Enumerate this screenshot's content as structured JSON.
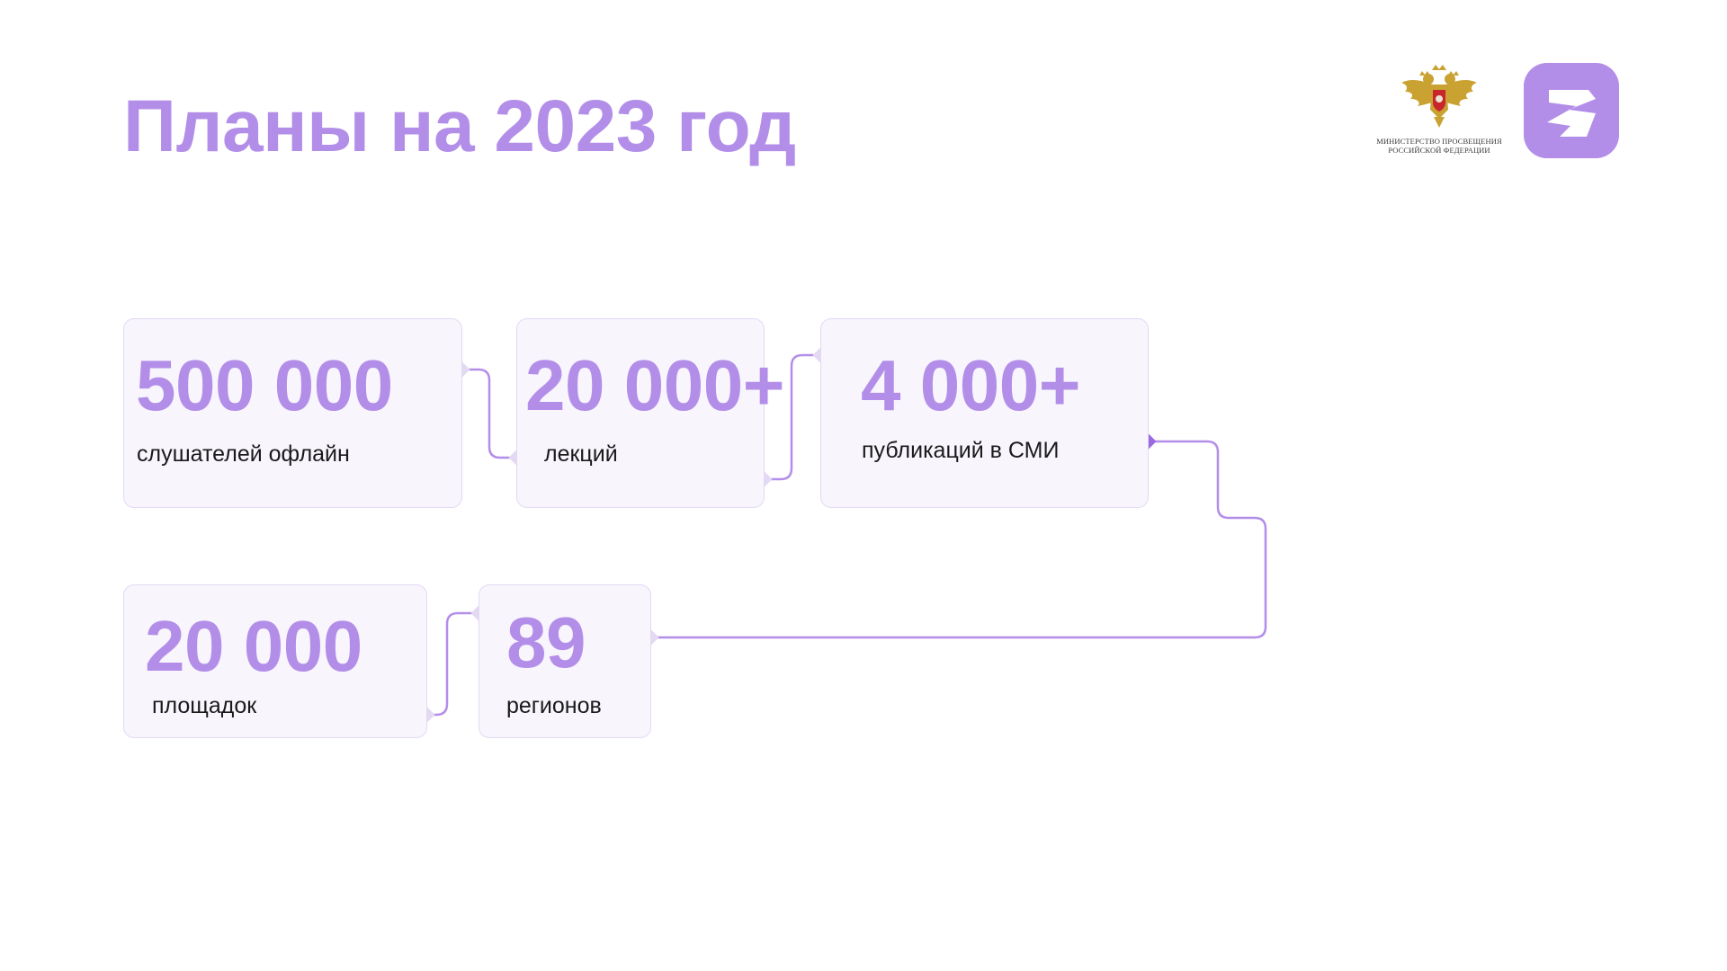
{
  "slide": {
    "title": "Планы на 2023 год"
  },
  "logos": {
    "ministry": {
      "name": "Министерство просвещения Российской Федерации"
    },
    "brand": {
      "icon": "znanie-logo-icon"
    }
  },
  "stats": [
    {
      "value": "500 000",
      "label": "слушателей офлайн"
    },
    {
      "value": "20 000+",
      "label": "лекций"
    },
    {
      "value": "4 000+",
      "label": "публикаций в СМИ"
    },
    {
      "value": "20 000",
      "label": "площадок"
    },
    {
      "value": "89",
      "label": "регионов"
    }
  ],
  "colors": {
    "accent": "#b38ee8",
    "card_bg": "#f8f5fd",
    "card_border": "#e3d9f3",
    "line": "#b38ee8",
    "text": "#1a1a1a"
  }
}
